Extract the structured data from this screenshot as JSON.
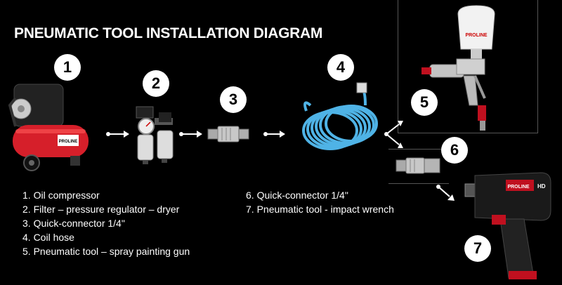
{
  "title": "PNEUMATIC TOOL INSTALLATION DIAGRAM",
  "badges": [
    "1",
    "2",
    "3",
    "4",
    "5",
    "6",
    "7"
  ],
  "legend_left": [
    "1. Oil compressor",
    "2. Filter – pressure regulator – dryer",
    "3. Quick-connector 1/4\"",
    "4. Coil hose",
    "5. Pneumatic tool – spray painting gun"
  ],
  "legend_right": [
    "6. Quick-connector 1/4\"",
    "7. Pneumatic tool - impact wrench"
  ],
  "brand": {
    "spray_gun": "PROLINE",
    "wrench": "PROLINE",
    "wrench_badge": "HD",
    "compressor": "PROLINE"
  },
  "colors": {
    "background": "#000000",
    "compressor_red": "#d61f2a",
    "hose_blue": "#4fb3e6",
    "metal": "#b8b8b8"
  }
}
